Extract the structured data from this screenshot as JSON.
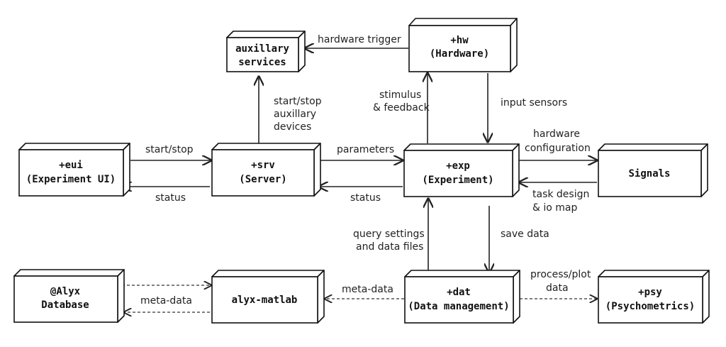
{
  "nodes": {
    "aux": {
      "line1": "auxillary",
      "line2": "services"
    },
    "hw": {
      "line1": "+hw",
      "line2": "(Hardware)"
    },
    "eui": {
      "line1": "+eui",
      "line2": "(Experiment UI)"
    },
    "srv": {
      "line1": "+srv",
      "line2": "(Server)"
    },
    "exp": {
      "line1": "+exp",
      "line2": "(Experiment)"
    },
    "signals": {
      "line1": "Signals"
    },
    "alyx": {
      "line1": "@Alyx",
      "line2": "Database"
    },
    "alyxmatlab": {
      "line1": "alyx-matlab"
    },
    "dat": {
      "line1": "+dat",
      "line2": "(Data management)"
    },
    "psy": {
      "line1": "+psy",
      "line2": "(Psychometrics)"
    }
  },
  "edges": {
    "hw_trigger": "hardware trigger",
    "srv_aux": [
      "start/stop",
      "auxillary",
      "devices"
    ],
    "stimulus": [
      "stimulus",
      "& feedback"
    ],
    "input_sensors": "input sensors",
    "eui_srv": "start/stop",
    "srv_eui": "status",
    "parameters": "parameters",
    "exp_srv_status": "status",
    "hw_config": [
      "hardware",
      "configuration"
    ],
    "task_design": [
      "task design",
      "& io map"
    ],
    "query": [
      "query settings",
      "and data files"
    ],
    "save_data": "save data",
    "alyx_meta": "meta-data",
    "dat_meta": "meta-data",
    "process_plot": [
      "process/plot",
      "data"
    ]
  }
}
